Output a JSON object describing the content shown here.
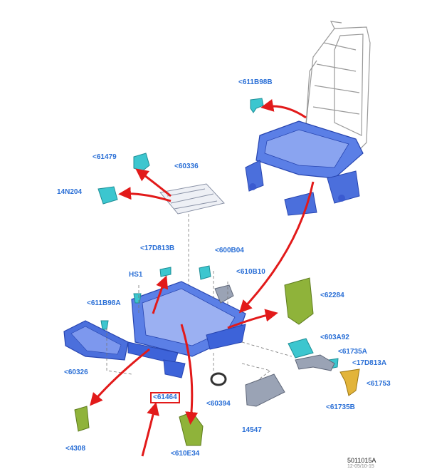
{
  "labels": {
    "l611B98B": "<611B98B",
    "l61479": "<61479",
    "l60336": "<60336",
    "l14N204": "14N204",
    "l17D813B": "<17D813B",
    "l600B04": "<600B04",
    "lHS1": "HS1",
    "l610B10": "<610B10",
    "l611B98A": "<611B98A",
    "l62284": "<62284",
    "l60326": "<60326",
    "l603A92": "<603A92",
    "l61735A": "<61735A",
    "l17D813A": "<17D813A",
    "l61753": "<61753",
    "l61464": "<61464",
    "l60394": "<60394",
    "l61735B": "<61735B",
    "l14547": "14547",
    "l4308": "<4308",
    "l610E34": "<610E34"
  },
  "figure_ref": "5011015A",
  "figure_ref2": "12-05/10-15",
  "colors": {
    "label": "#2a6fd6",
    "frame": "#3d63d9",
    "arrow": "#e21a1a",
    "bracket_green": "#8fb33a",
    "cyan_part": "#3cc6cf",
    "gold_part": "#e2b43a",
    "grey_part": "#9aa3b5"
  }
}
